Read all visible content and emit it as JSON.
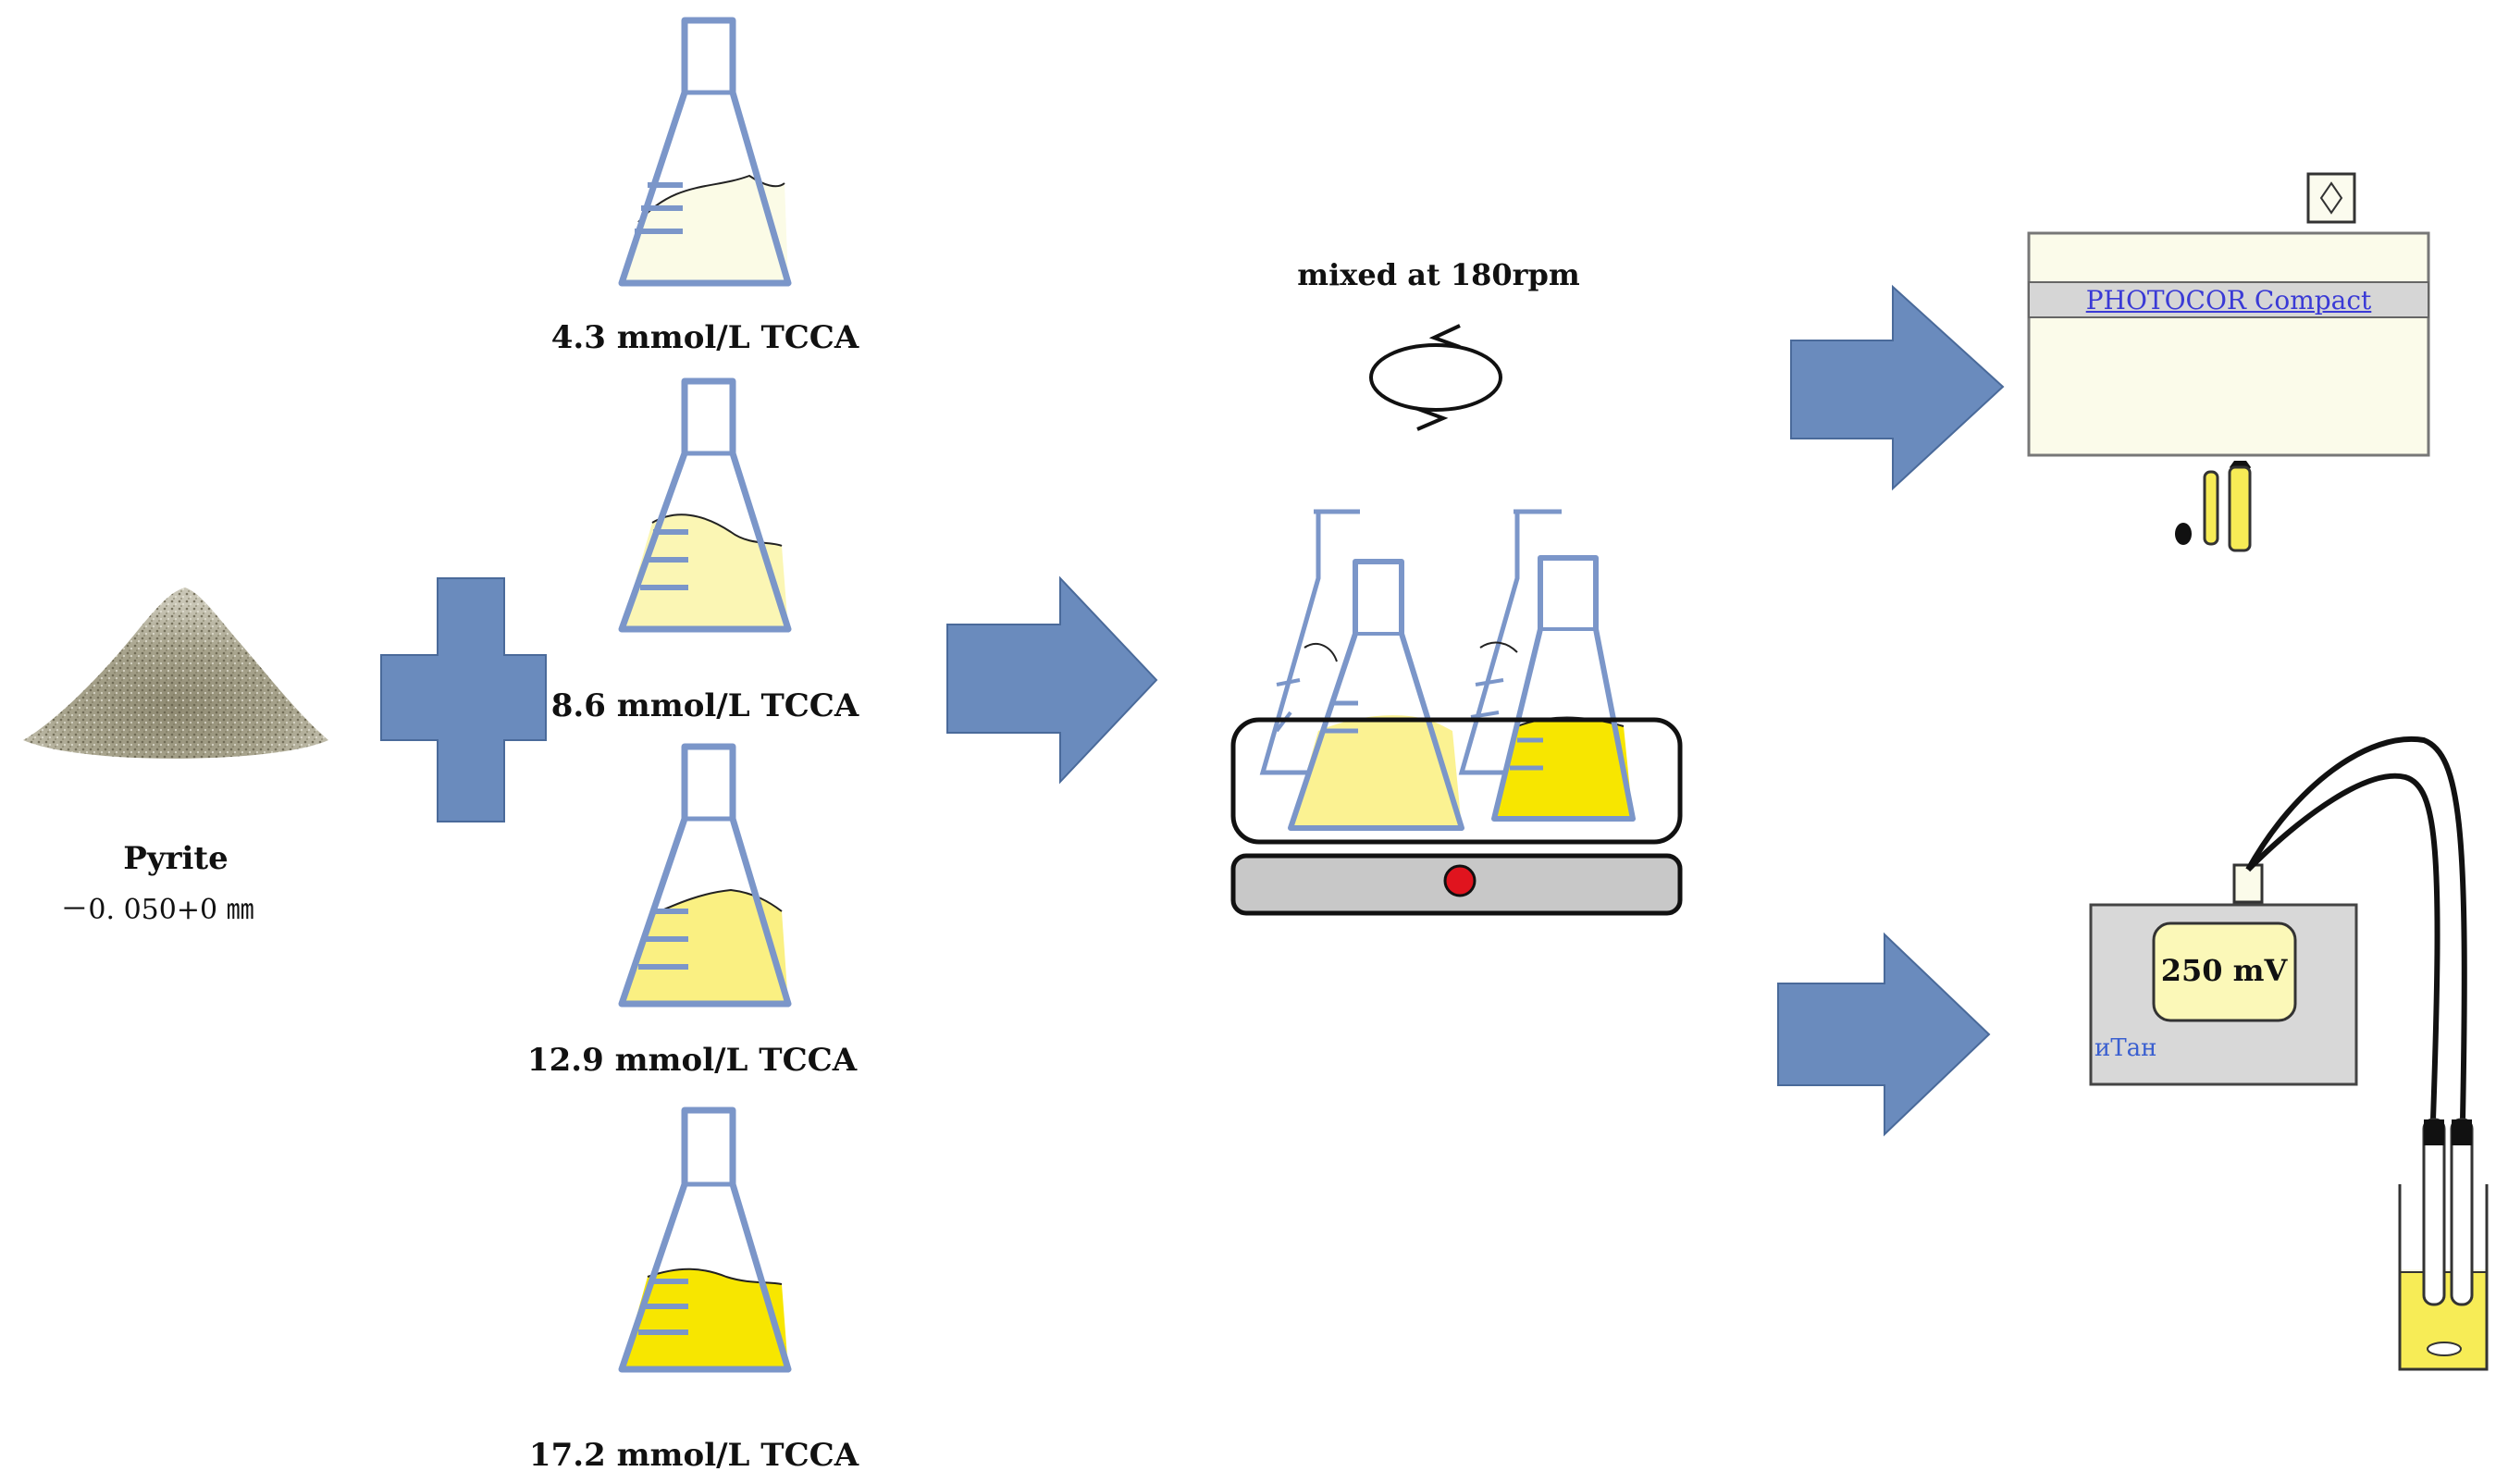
{
  "pyrite": {
    "name": "Pyrite",
    "size": "－0. 050+0  ㎜"
  },
  "flasks": [
    {
      "label": "4.3 mmol/L TCCA",
      "fill": "#fbfbe6"
    },
    {
      "label": "8.6 mmol/L TCCA",
      "fill": "#fbf6b4"
    },
    {
      "label": "12.9 mmol/L TCCA",
      "fill": "#faf082"
    },
    {
      "label": "17.2 mmol/L TCCA",
      "fill": "#f7e600"
    }
  ],
  "shaker": {
    "label": "mixed at 180rpm",
    "knob_color": "#e0141e"
  },
  "photometer": {
    "label": "PHOTOCOR Compact"
  },
  "ph_meter": {
    "reading": "250 mV",
    "brand": "иТан"
  },
  "colors": {
    "arrow": "#6a8bbd",
    "arrow_stroke": "#4a6a9a",
    "flask_outline": "#7b96c9"
  }
}
